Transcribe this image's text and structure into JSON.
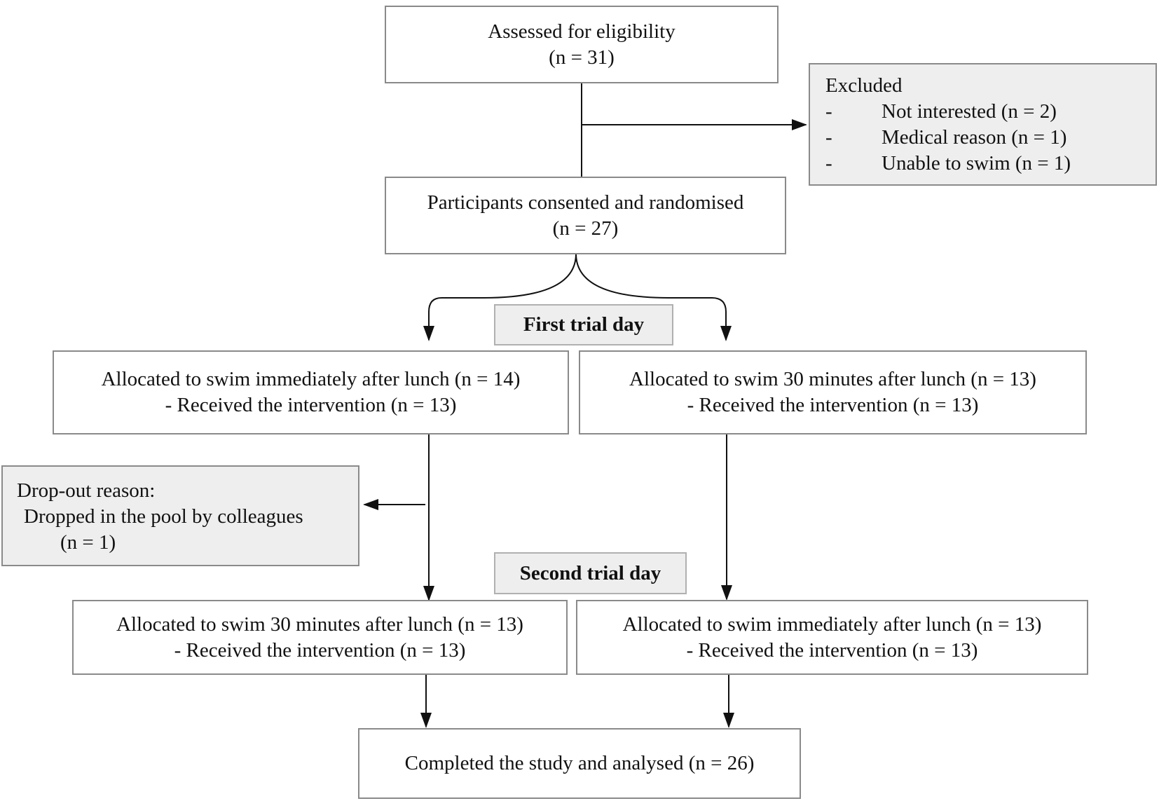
{
  "boxes": {
    "assessed": {
      "line1": "Assessed for eligibility",
      "line2": "(n = 31)"
    },
    "excluded": {
      "title": "Excluded",
      "items": [
        {
          "bullet": "-",
          "text": "Not interested (n = 2)"
        },
        {
          "bullet": "-",
          "text": "Medical reason (n = 1)"
        },
        {
          "bullet": "-",
          "text": "Unable to swim (n = 1)"
        }
      ]
    },
    "randomised": {
      "line1": "Participants consented and randomised",
      "line2": "(n = 27)"
    },
    "first_trial_day": "First trial day",
    "day1_immediate": {
      "line1": "Allocated to swim immediately after lunch (n = 14)",
      "line2": "- Received the intervention (n = 13)"
    },
    "day1_30min": {
      "line1": "Allocated to swim 30 minutes after lunch (n = 13)",
      "line2": "- Received the intervention (n = 13)"
    },
    "dropout": {
      "line1": "Drop-out reason:",
      "line2": "Dropped in the pool by colleagues",
      "line3": "(n = 1)"
    },
    "second_trial_day": "Second trial day",
    "day2_30min": {
      "line1": "Allocated to swim 30 minutes after lunch (n = 13)",
      "line2": "- Received the intervention (n = 13)"
    },
    "day2_immediate": {
      "line1": "Allocated to swim immediately after lunch (n = 13)",
      "line2": "- Received the intervention (n = 13)"
    },
    "completed": "Completed the study and analysed (n = 26)"
  },
  "colors": {
    "box_border": "#8a8a8a",
    "gray_fill": "#eeeeee",
    "line": "#111111"
  }
}
